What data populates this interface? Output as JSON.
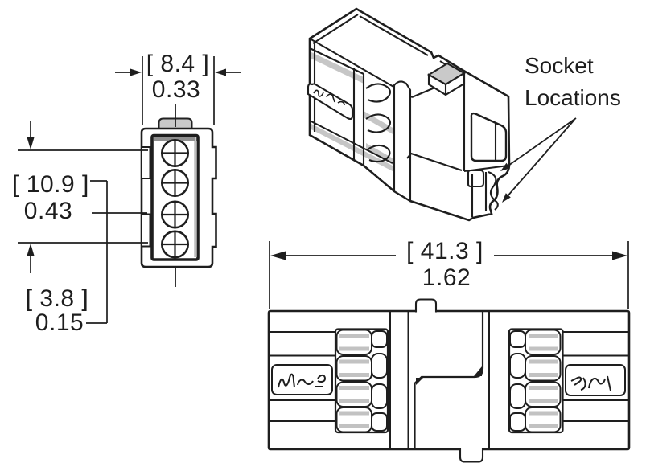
{
  "drawing": {
    "background": "#ffffff",
    "line_color": "#1e1e1e",
    "shade_color": "#c6c6c6",
    "annotations": {
      "socket_locations_line1": "Socket",
      "socket_locations_line2": "Locations"
    },
    "dimensions": {
      "front_width": {
        "metric": "[ 8.4 ]",
        "inches": "0.33"
      },
      "socket_span": {
        "metric": "[ 10.9 ]",
        "inches": "0.43"
      },
      "lower_tab": {
        "metric": "[ 3.8 ]",
        "inches": "0.15"
      },
      "overall_length": {
        "metric": "[ 41.3 ]",
        "inches": "1.62"
      }
    },
    "front_view": {
      "socket_count": 4
    },
    "side_view": {
      "rib_segments_per_block": 4
    }
  }
}
